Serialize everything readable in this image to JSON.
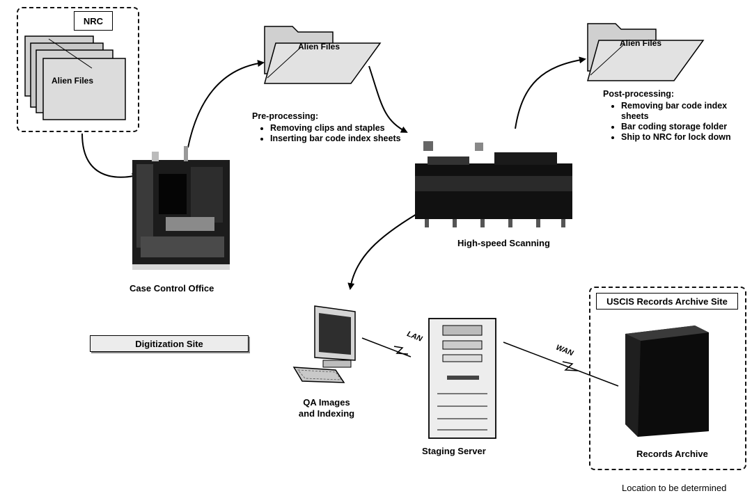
{
  "diagram": {
    "nrc_label": "NRC",
    "folder_label": "Alien Files",
    "folder_label_2": "Alien Files",
    "folder_label_3": "Alien Files",
    "case_control": "Case Control Office",
    "pre_processing": {
      "heading": "Pre-processing:",
      "items": [
        "Removing clips and staples",
        "Inserting bar code index sheets"
      ]
    },
    "scanning": "High-speed Scanning",
    "post_processing": {
      "heading": "Post-processing:",
      "items": [
        "Removing bar code index sheets",
        "Bar coding storage folder",
        "Ship to NRC for lock down"
      ]
    },
    "digitization_site": "Digitization Site",
    "qa_label": "QA Images and Indexing",
    "lan": "LAN",
    "staging_server": "Staging Server",
    "wan": "WAN",
    "archive_site": "USCIS Records Archive Site",
    "records_archive": "Records Archive",
    "location_note": "Location to be determined"
  }
}
